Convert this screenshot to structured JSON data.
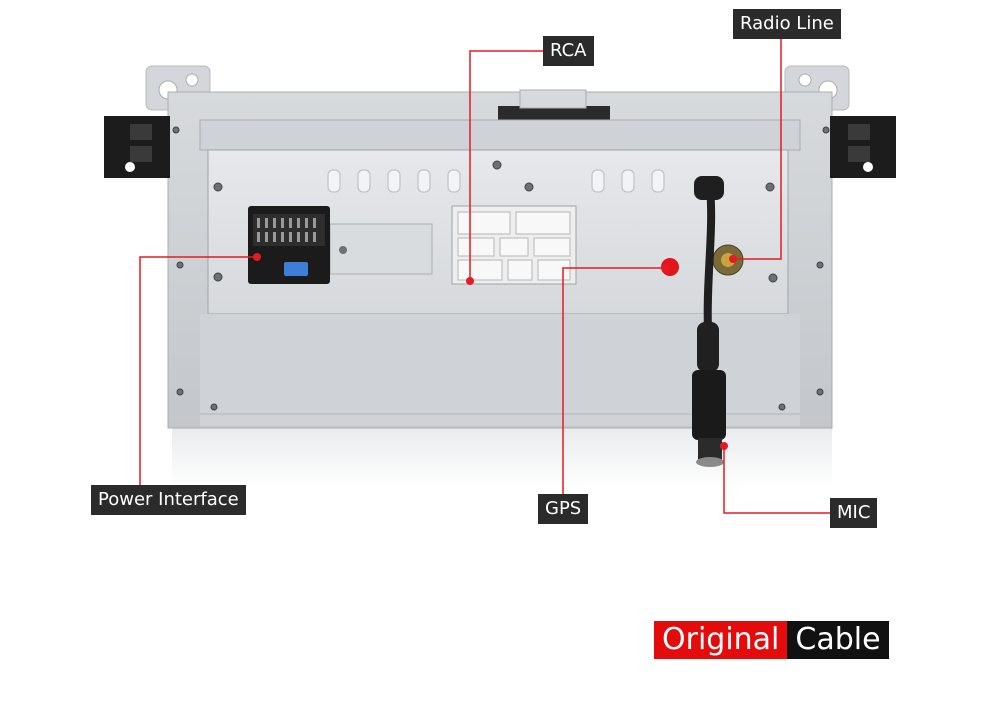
{
  "callouts": {
    "radio_line": "Radio Line",
    "rca": "RCA",
    "power_interface": "Power Interface",
    "gps": "GPS",
    "mic": "MIC"
  },
  "banner": {
    "word1": "Original",
    "word2": "Cable"
  },
  "colors": {
    "accent_red": "#e30b0b",
    "label_bg": "#2b2b2b",
    "chassis": "#c9cdd2",
    "panel": "#dfe2e5"
  }
}
